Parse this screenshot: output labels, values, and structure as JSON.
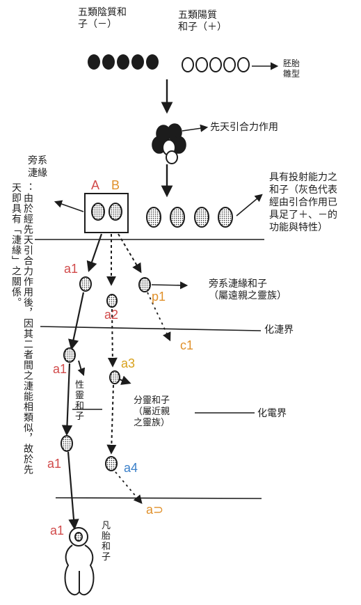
{
  "colors": {
    "ink": "#1c1c1c",
    "red": "#d14a4a",
    "orange": "#e0902a",
    "blue": "#3a7fc9",
    "yellow": "#d8a11c"
  },
  "labels": {
    "negative": "五類陰質和\n子（－）",
    "positive": "五類陽質\n和子（＋）",
    "embryo": "胚胎\n雛型",
    "innate": "先天引合力作用",
    "projecting": "具有投射能力之\n和子（灰色代表\n經由引合作用已\n具足了＋、－的\n功能與特性）",
    "side_line_label": "旁系\n𣶏緣",
    "side_particle": "旁系𣶏緣和子\n（屬遠親之靈族）",
    "realm_yuan": "化𣶏界",
    "realm_dian": "化電界",
    "soul_particle": "性\n靈\n和\n子",
    "split_particle": "分靈和子\n（屬近親\n之靈族）",
    "mortal_particle": "凡\n胎\n和\n子",
    "left_column": "：由於經先天引合力作用後，因其二者間之𣶏能相類似，故於先天即具有「𣶏緣」之關係。"
  },
  "markers": {
    "A": "A",
    "B": "B",
    "a1": "a1",
    "a2": "a2",
    "p1": "p1",
    "c1": "c1",
    "a1_prime": "a1",
    "a3": "a3",
    "a1_dprime": "a1",
    "a4": "a4",
    "a5": "a⊃",
    "a1_tprime": "a1"
  }
}
